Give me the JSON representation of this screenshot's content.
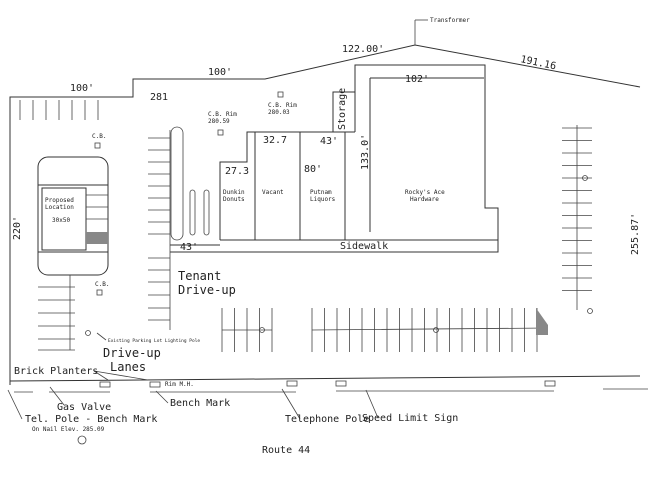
{
  "dimensions": {
    "top_left": "100'",
    "top_mid": "100'",
    "top_angle": "122.00'",
    "top_right": "191.16",
    "left_side": "220'",
    "right_side": "255.87'",
    "building_width": "102'",
    "building_depth": "133.0'",
    "sidewalk_offset": "43'",
    "liquors_width": "43'",
    "liquors_depth": "80'",
    "dunkin_width": "27.3",
    "vacant_width": "32.7"
  },
  "labels": {
    "transformer": "Transformer",
    "elevation": "281",
    "storage": "Storage",
    "sidewalk": "Sidewalk",
    "cb_rim_1": "C.B. Rim",
    "cb_rim_1_elev": "280.59",
    "cb_rim_2": "C.B. Rim",
    "cb_rim_2_elev": "280.03",
    "cb_1": "C.B.",
    "cb_2": "C.B.",
    "proposed_1": "Proposed",
    "proposed_2": "Location",
    "proposed_size": "30x50",
    "tenant_1": "Tenant",
    "tenant_2": "Drive-up",
    "lighting_pole": "Existing Parking Lot Lighting Pole",
    "driveup_1": "Drive-up",
    "driveup_2": "Lanes",
    "brick_planters": "Brick Planters",
    "rim_mh": "Rim M.H.",
    "gas_valve": "Gas Valve",
    "bench_mark": "Bench Mark",
    "tel_pole_bm": "Tel. Pole - Bench Mark",
    "on_nail": "On Nail Elev. 285.09",
    "telephone_pole": "Telephone Pole",
    "speed_limit": "Speed Limit Sign",
    "road": "Route 44"
  },
  "stores": [
    {
      "line1": "Dunkin",
      "line2": "Donuts"
    },
    {
      "line1": "Vacant",
      "line2": ""
    },
    {
      "line1": "Putnam",
      "line2": "Liquors"
    },
    {
      "line1": "Rocky's Ace",
      "line2": "Hardware"
    }
  ]
}
